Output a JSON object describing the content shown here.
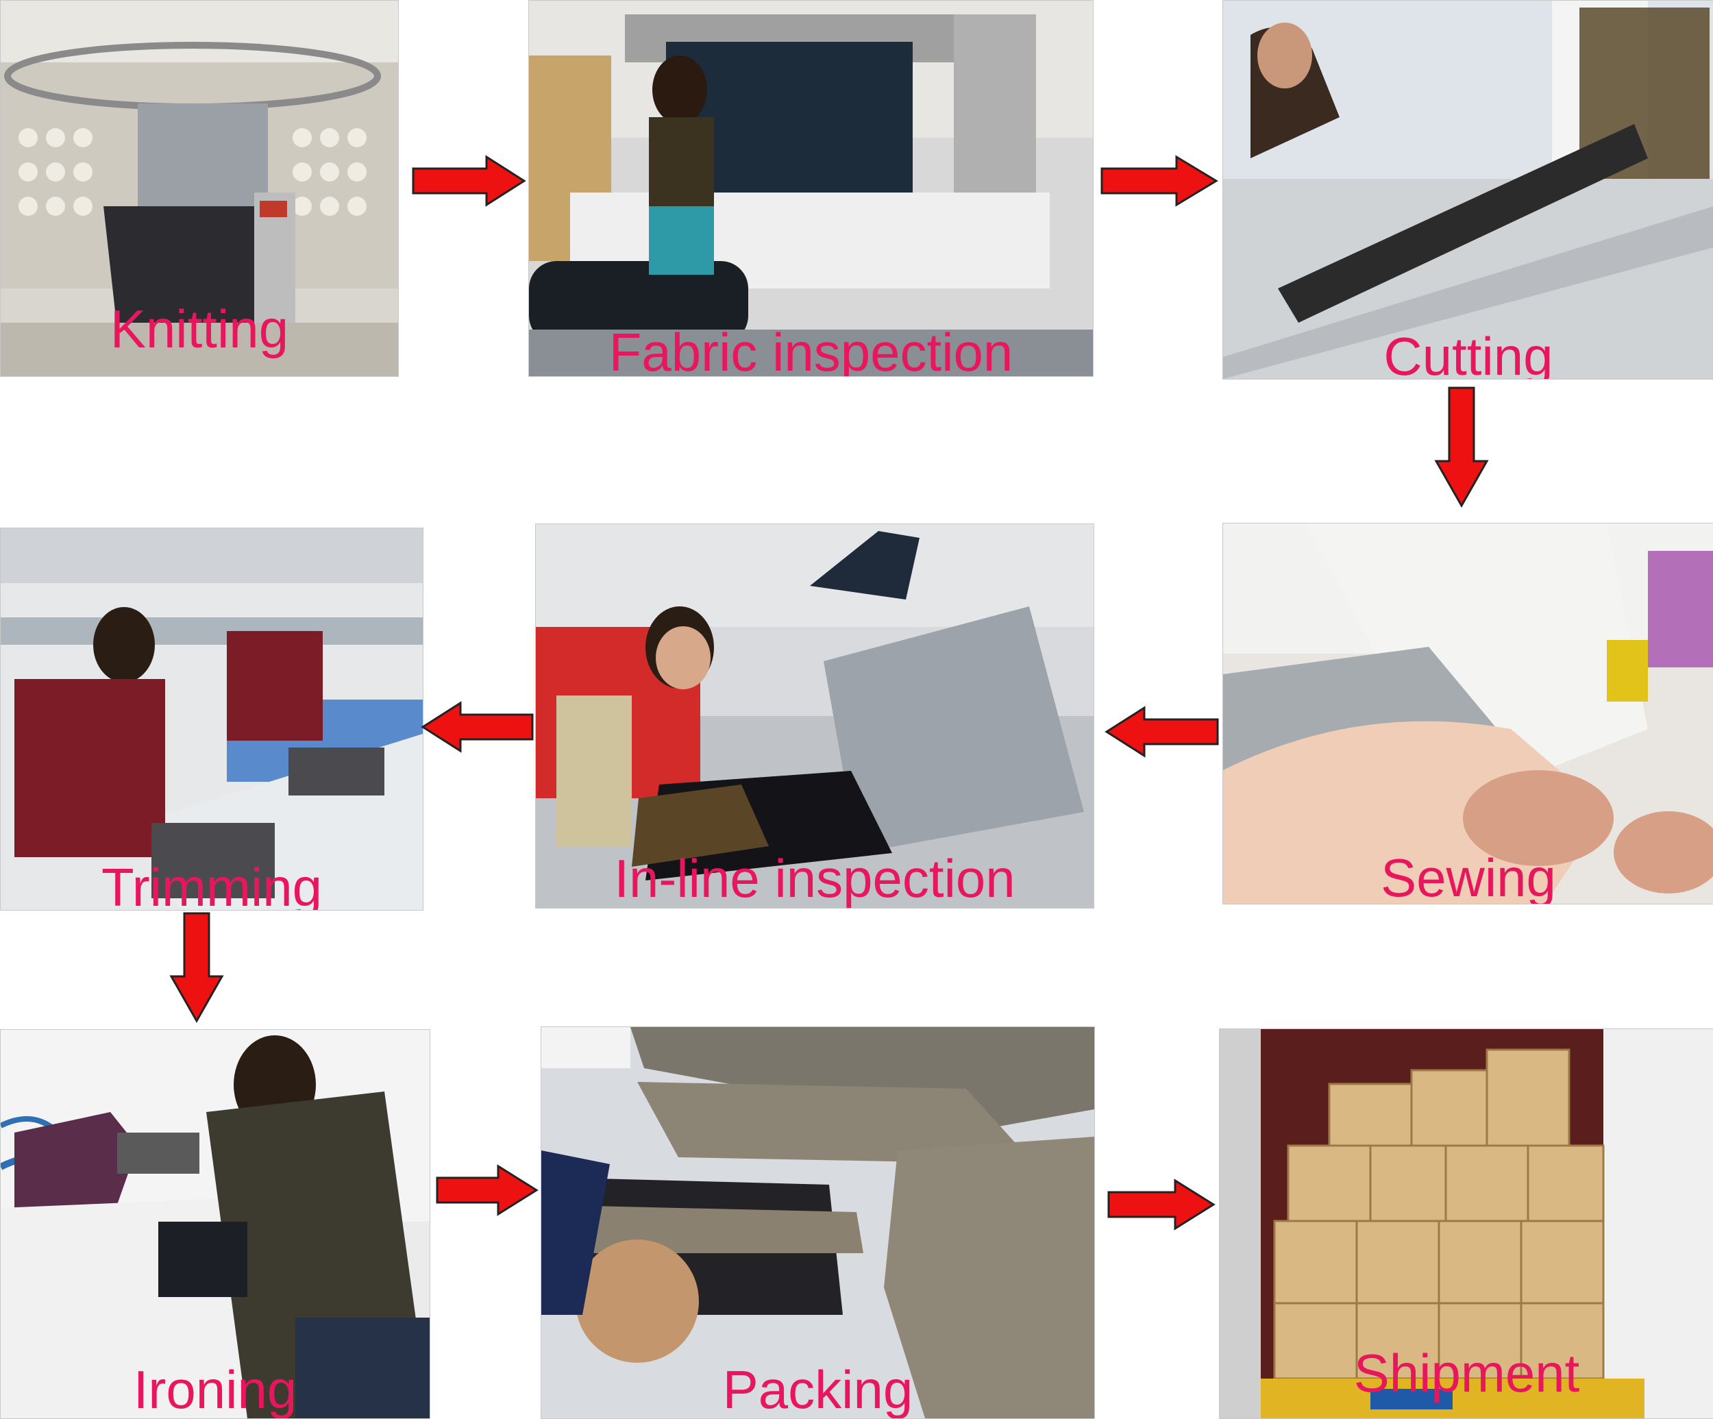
{
  "diagram": {
    "arrow_color": "#ee1111",
    "label_color": "#e8175d",
    "flow": [
      "Knitting",
      "Fabric inspection",
      "Cutting",
      "Sewing",
      "In-line inspection",
      "Trimming",
      "Ironing",
      "Packing",
      "Shipment"
    ],
    "steps": [
      {
        "label": "Knitting",
        "photo": "knitting-machine-photo"
      },
      {
        "label": "Fabric inspection",
        "photo": "fabric-inspection-photo"
      },
      {
        "label": "Cutting",
        "photo": "fabric-cutting-photo"
      },
      {
        "label": "Sewing",
        "photo": "sewing-machine-photo"
      },
      {
        "label": "In-line inspection",
        "photo": "inline-inspection-photo"
      },
      {
        "label": "Trimming",
        "photo": "trimming-photo"
      },
      {
        "label": "Ironing",
        "photo": "ironing-photo"
      },
      {
        "label": "Packing",
        "photo": "packing-photo"
      },
      {
        "label": "Shipment",
        "photo": "shipment-container-photo"
      }
    ]
  }
}
